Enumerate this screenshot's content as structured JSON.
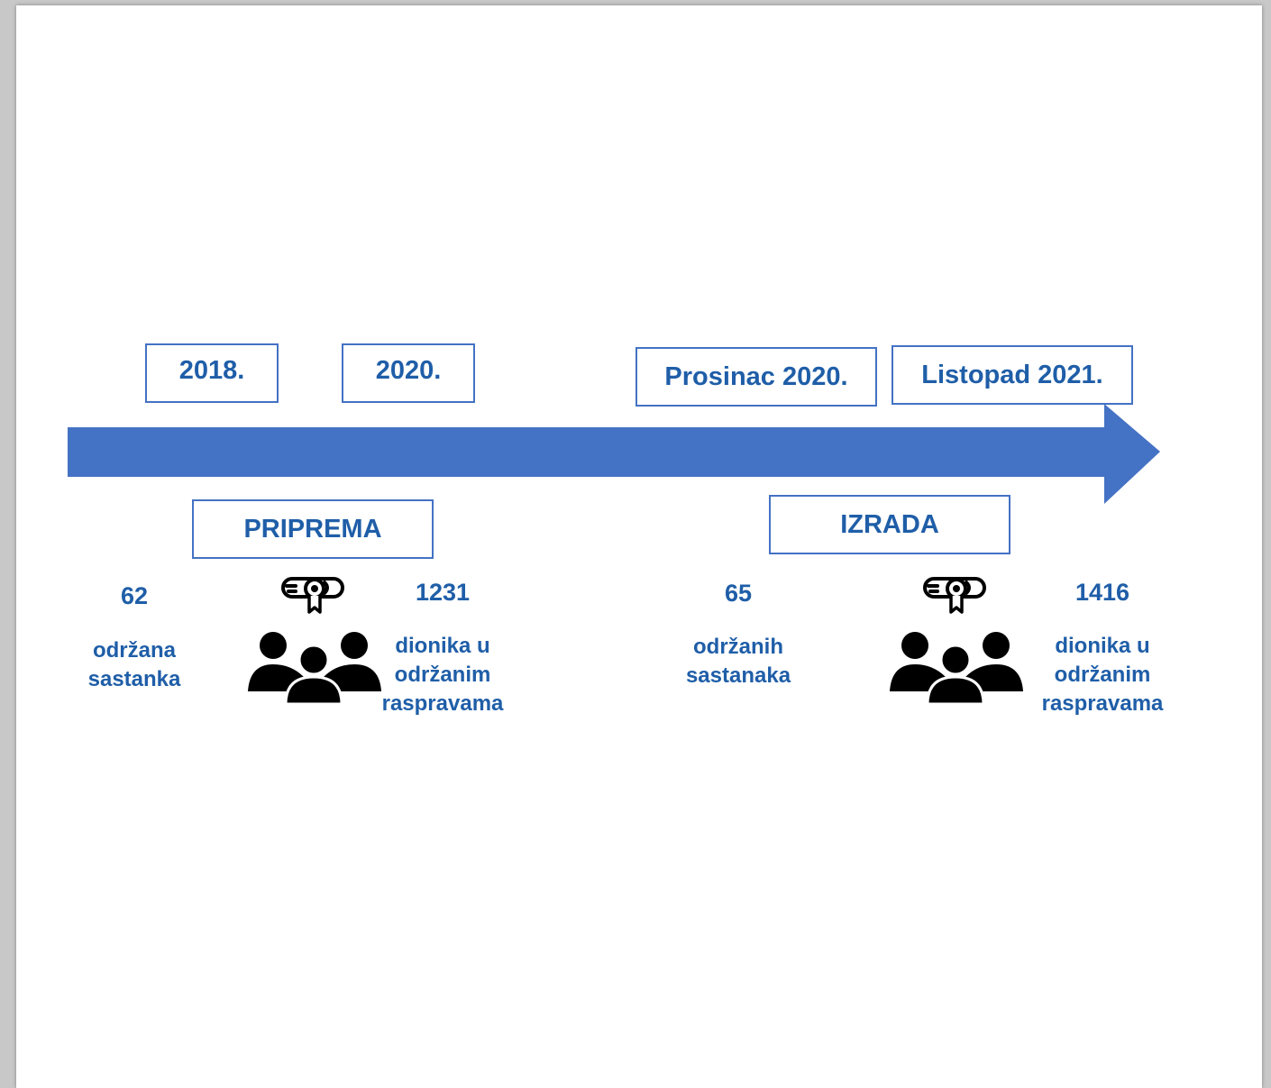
{
  "timeline": {
    "arrow_color": "#4472c4",
    "text_color": "#1f5ea8",
    "dates": [
      "2018.",
      "2020.",
      "Prosinac 2020.",
      "Listopad 2021."
    ]
  },
  "phases": [
    {
      "name": "PRIPREMA",
      "meetings_value": "62",
      "meetings_label": [
        "održana",
        "sastanka"
      ],
      "stakeholders_value": "1231",
      "stakeholders_label": [
        "dionika u",
        "održanim",
        "raspravama"
      ],
      "icons": [
        "diploma-icon",
        "people-group-icon"
      ]
    },
    {
      "name": "IZRADA",
      "meetings_value": "65",
      "meetings_label": [
        "održanih",
        "sastanaka"
      ],
      "stakeholders_value": "1416",
      "stakeholders_label": [
        "dionika u",
        "održanim",
        "raspravama"
      ],
      "icons": [
        "diploma-icon",
        "people-group-icon"
      ]
    }
  ]
}
